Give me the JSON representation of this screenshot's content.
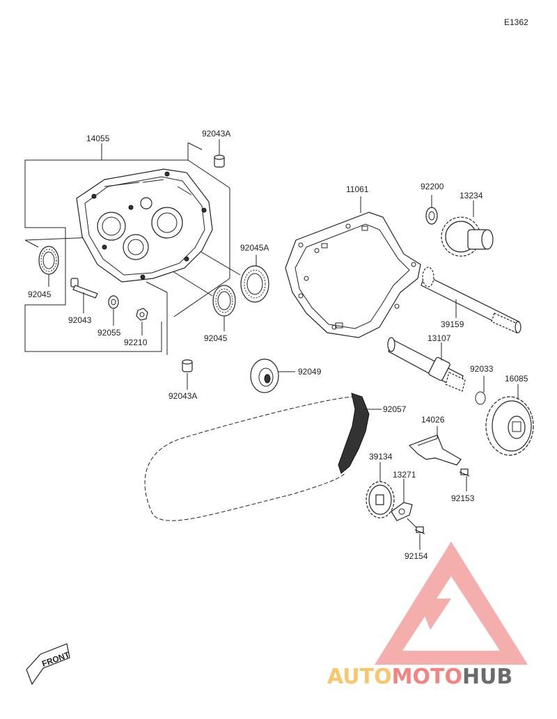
{
  "diagram_id": "E1362",
  "front_label": "FRONT",
  "watermark": {
    "part1": "AUTO",
    "part2": "MOTO",
    "part3": "HUB",
    "color_primary": "#f7b33a",
    "color_secondary": "#ef5a56",
    "color_dark": "#3a3a3a"
  },
  "labels": {
    "p14055": "14055",
    "p92043A_top": "92043A",
    "p92043A_bottom": "92043A",
    "p92045_left": "92045",
    "p92045_mid": "92045",
    "p92045A": "92045A",
    "p92043": "92043",
    "p92055": "92055",
    "p92210": "92210",
    "p11061": "11061",
    "p92200": "92200",
    "p13234": "13234",
    "p39159": "39159",
    "p13107": "13107",
    "p92033": "92033",
    "p16085": "16085",
    "p92049": "92049",
    "p92057": "92057",
    "p14026": "14026",
    "p39134": "39134",
    "p13271": "13271",
    "p92153": "92153",
    "p92154": "92154"
  }
}
